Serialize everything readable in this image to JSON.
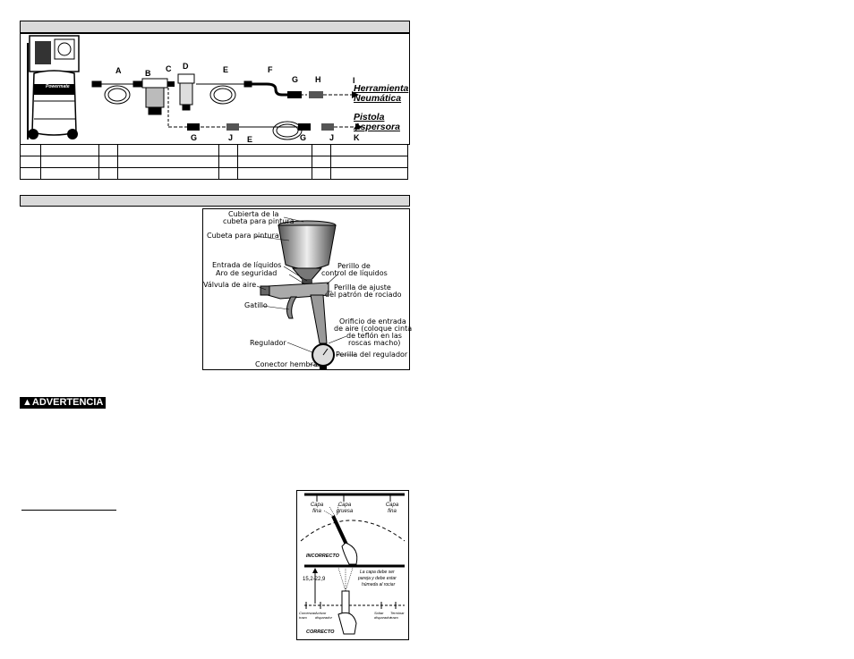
{
  "diagram1": {
    "letters": [
      "A",
      "B",
      "C",
      "D",
      "E",
      "F",
      "G",
      "H",
      "I",
      "G",
      "J",
      "E",
      "G",
      "J",
      "K"
    ],
    "tool_labels": {
      "line1": "Herramienta",
      "line2": "Neumática",
      "spray1": "Pistola",
      "spray2": "Aspersora"
    },
    "brand": "Powermate"
  },
  "spray_gun": {
    "labels": {
      "lid1": "Cubierta de la",
      "lid2": "cubeta para pintura",
      "cup": "Cubeta para pintura",
      "fluid_inlet": "Entrada de líquidos",
      "ring": "Aro de seguridad",
      "air_valve": "Válvula de aire",
      "trigger": "Gatillo",
      "regulator": "Regulador",
      "female": "Conector hembra",
      "fluid_knob1": "Perillo de",
      "fluid_knob2": "control de líquidos",
      "pattern1": "Perilla de ajuste",
      "pattern2": "del patrón de rociado",
      "air_inlet1": "Orificio de entrada",
      "air_inlet2": "de aire (coloque cinta",
      "air_inlet3": "de teflón en las",
      "air_inlet4": "roscas macho)",
      "reg_knob": "Perilla del regulador"
    }
  },
  "warning": {
    "label": "ADVERTENCIA"
  },
  "technique": {
    "thin": "Capa fina",
    "thick": "Capa gruesa",
    "incorrect": "INCORRECTO",
    "correct": "CORRECTO",
    "note1": "La capa debe ser",
    "note2": "pareja y debe estar",
    "note3": "húmeda al rociar",
    "distance": "15,2-22,9",
    "t1": "Comenzar trazo",
    "t2": "Activar disparador",
    "t3": "Soltar disparador",
    "t4": "Terminar trazo"
  }
}
